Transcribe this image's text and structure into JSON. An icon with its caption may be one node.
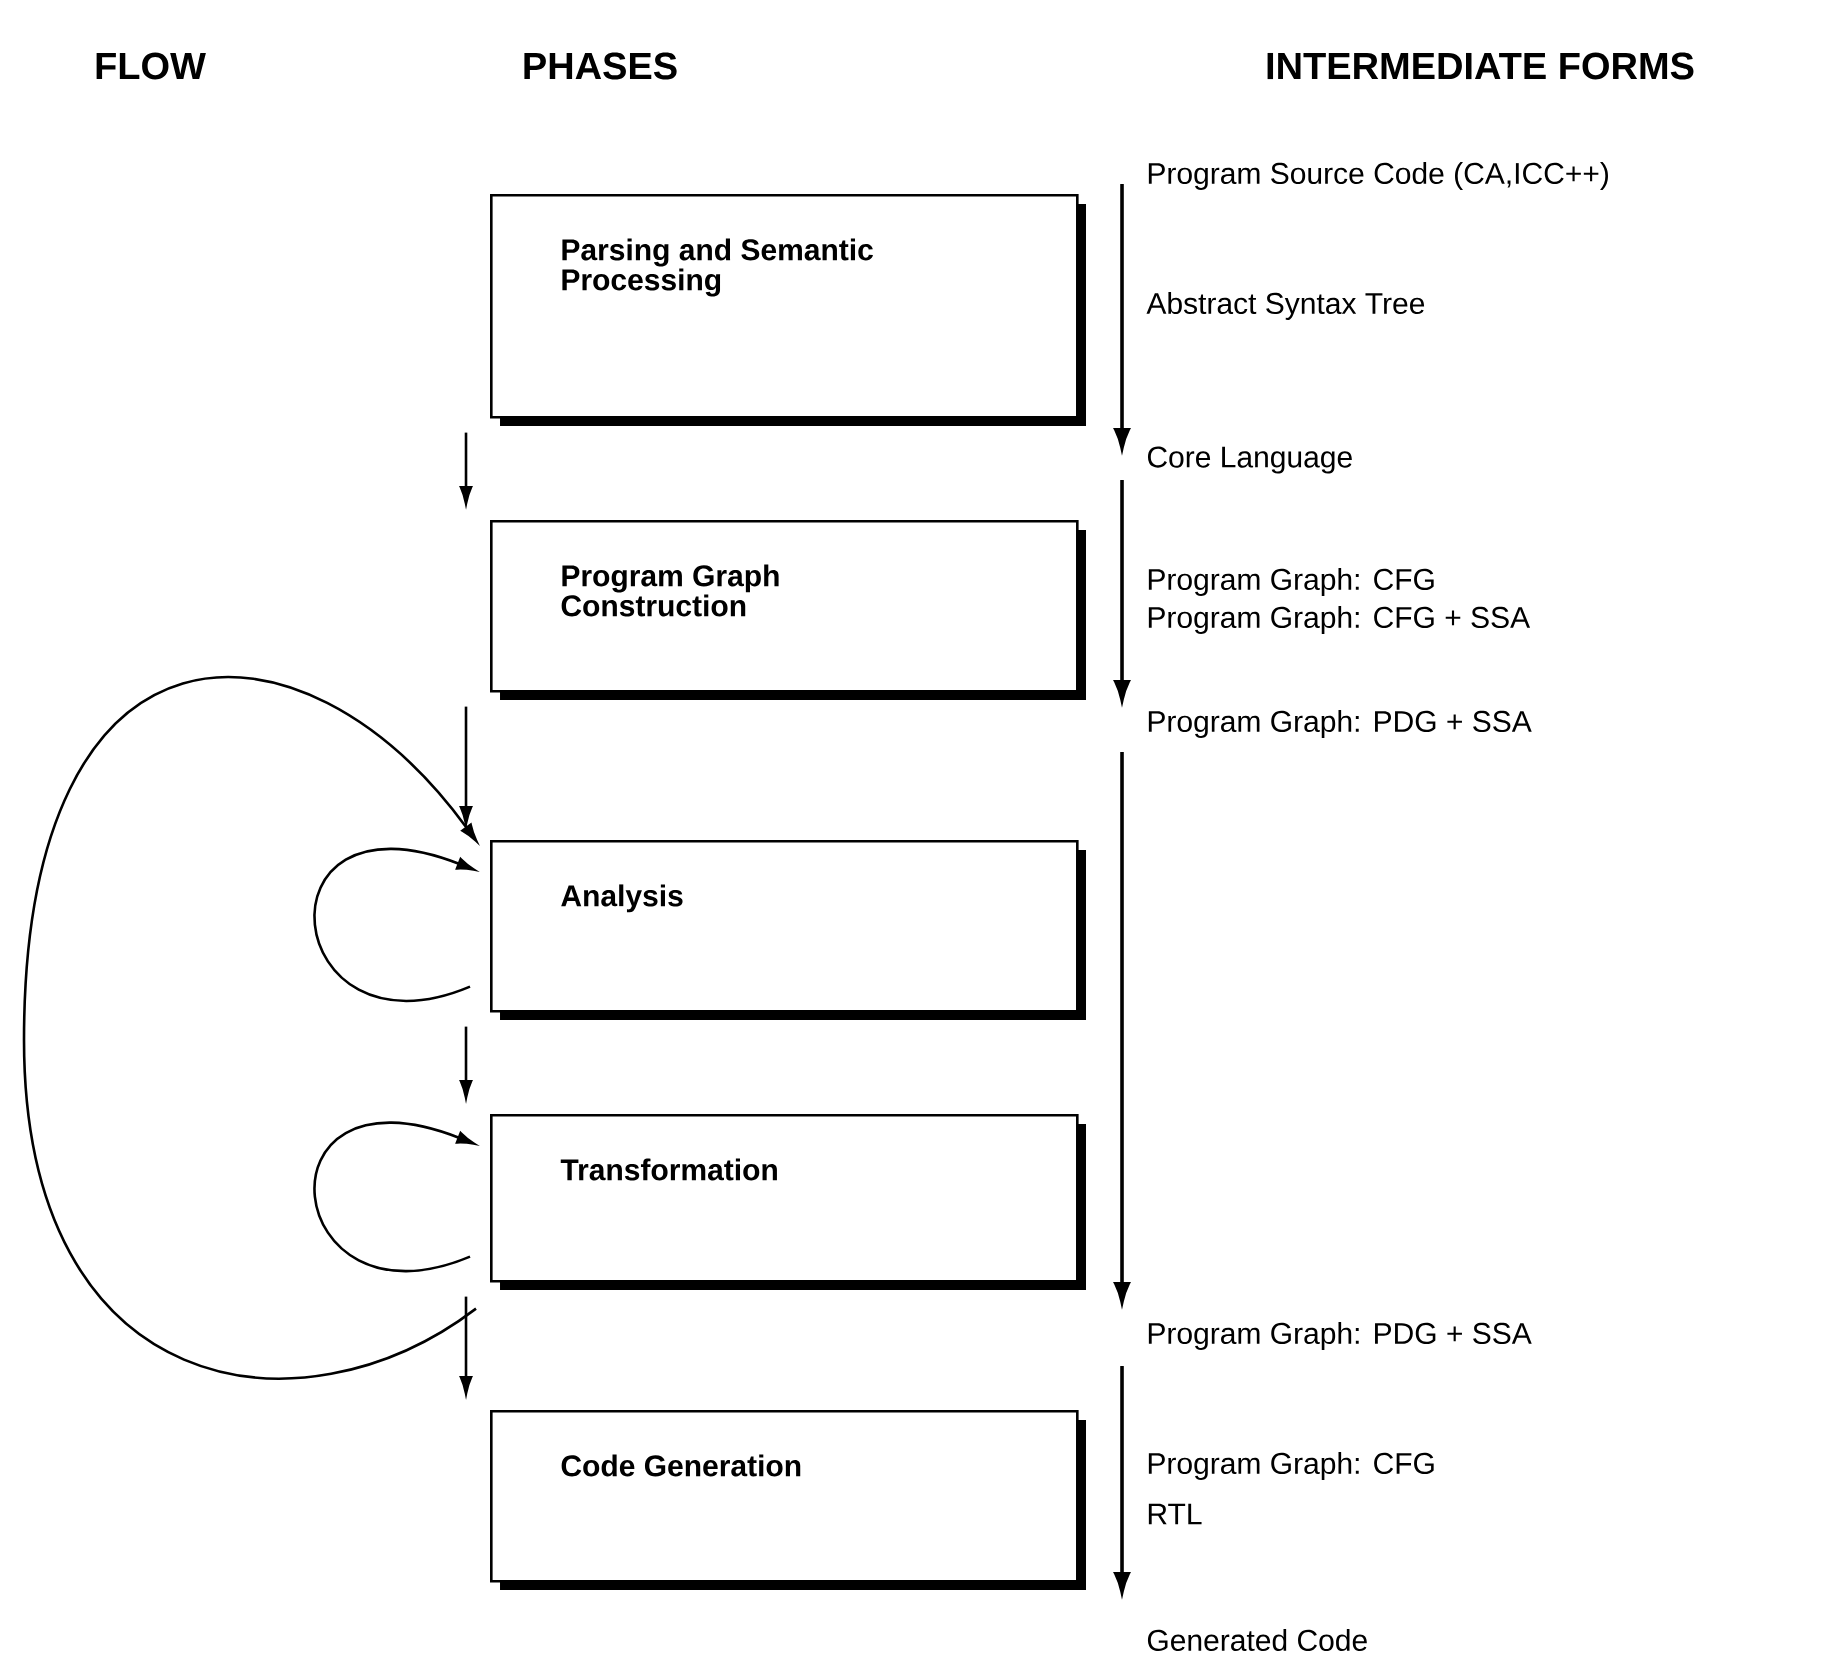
{
  "diagram": {
    "nodes": [
      {
        "text": [
          "Parsing and Semantic Processing"
        ]
      },
      {
        "text": [
          "Program Graph Construction"
        ]
      },
      {
        "text": [
          "Analysis"
        ]
      },
      {
        "text": [
          "Transformation"
        ]
      },
      {
        "text": [
          "Code Generation"
        ]
      },
      {
        "text": [
          "Program Source Code (CA,ICC++)"
        ]
      },
      {
        "text": [
          "Core Language"
        ]
      },
      {
        "text": [
          "Program Graph: PDG + SSA"
        ]
      },
      {
        "text": [
          "Program Graph: PDG + SSA"
        ]
      },
      {
        "text": [
          "Generated Code"
        ]
      }
    ],
    "edges": [
      {
        "from": 0,
        "to": 1,
        "arrow": "to"
      },
      {
        "from": 1,
        "to": 2,
        "arrow": "to"
      },
      {
        "from": 2,
        "to": 3,
        "arrow": "to"
      },
      {
        "from": 3,
        "to": 4,
        "arrow": "to"
      },
      {
        "from": 2,
        "to": 2,
        "arrow": "to"
      },
      {
        "from": 3,
        "to": 3,
        "arrow": "to"
      },
      {
        "from": 3,
        "to": 2,
        "arrow": "to"
      },
      {
        "from": 5,
        "to": 6,
        "arrow": "to"
      },
      {
        "from": 6,
        "to": 7,
        "arrow": "to"
      },
      {
        "from": 7,
        "to": 8,
        "arrow": "to"
      },
      {
        "from": 8,
        "to": 9,
        "arrow": "to"
      }
    ],
    "labels": [
      "FLOW",
      "PHASES",
      "INTERMEDIATE FORMS",
      "Abstract Syntax Tree",
      "Program Graph: CFG",
      "Program Graph: CFG + SSA",
      "Program Graph: CFG",
      "RTL"
    ]
  }
}
